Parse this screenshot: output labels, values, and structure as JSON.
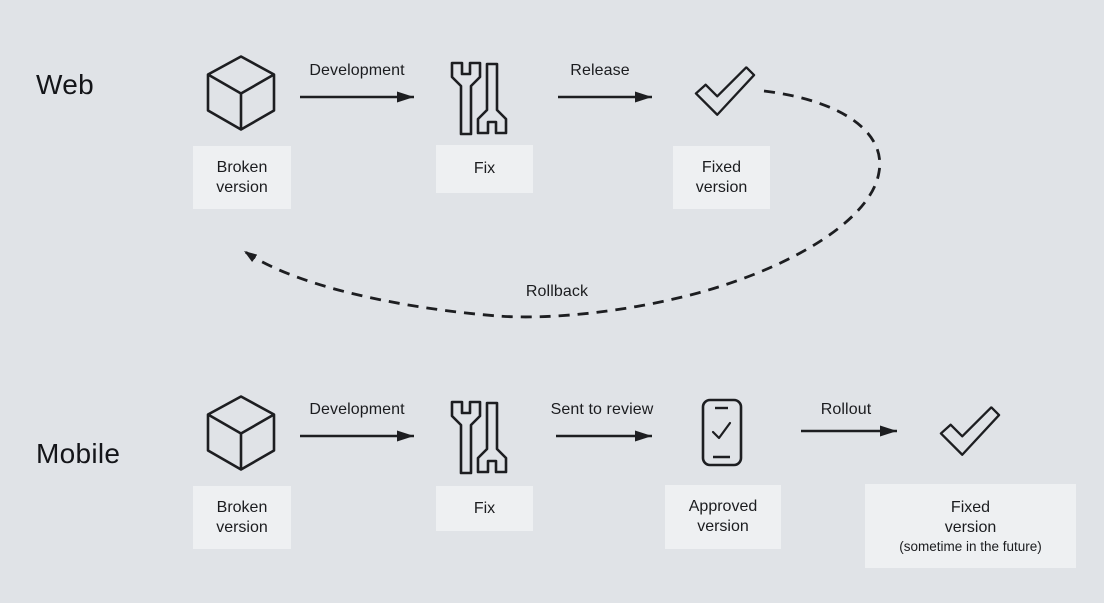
{
  "colors": {
    "background": "#e0e3e7",
    "label_box": "#eef0f2",
    "ink": "#1b1c1f"
  },
  "web": {
    "row_label": "Web",
    "nodes": {
      "broken": "Broken\nversion",
      "fix": "Fix",
      "fixed": "Fixed\nversion"
    },
    "arrows": {
      "development": "Development",
      "release": "Release",
      "rollback": "Rollback"
    }
  },
  "mobile": {
    "row_label": "Mobile",
    "nodes": {
      "broken": "Broken\nversion",
      "fix": "Fix",
      "approved": "Approved\nversion",
      "fixed": "Fixed\nversion",
      "fixed_note": "(sometime in the future)"
    },
    "arrows": {
      "development": "Development",
      "sent_to_review": "Sent to review",
      "rollout": "Rollout"
    }
  },
  "icons": {
    "cube": "cube-icon",
    "wrenches": "wrenches-icon",
    "checkmark": "checkmark-icon",
    "phone_approved": "phone-check-icon"
  }
}
